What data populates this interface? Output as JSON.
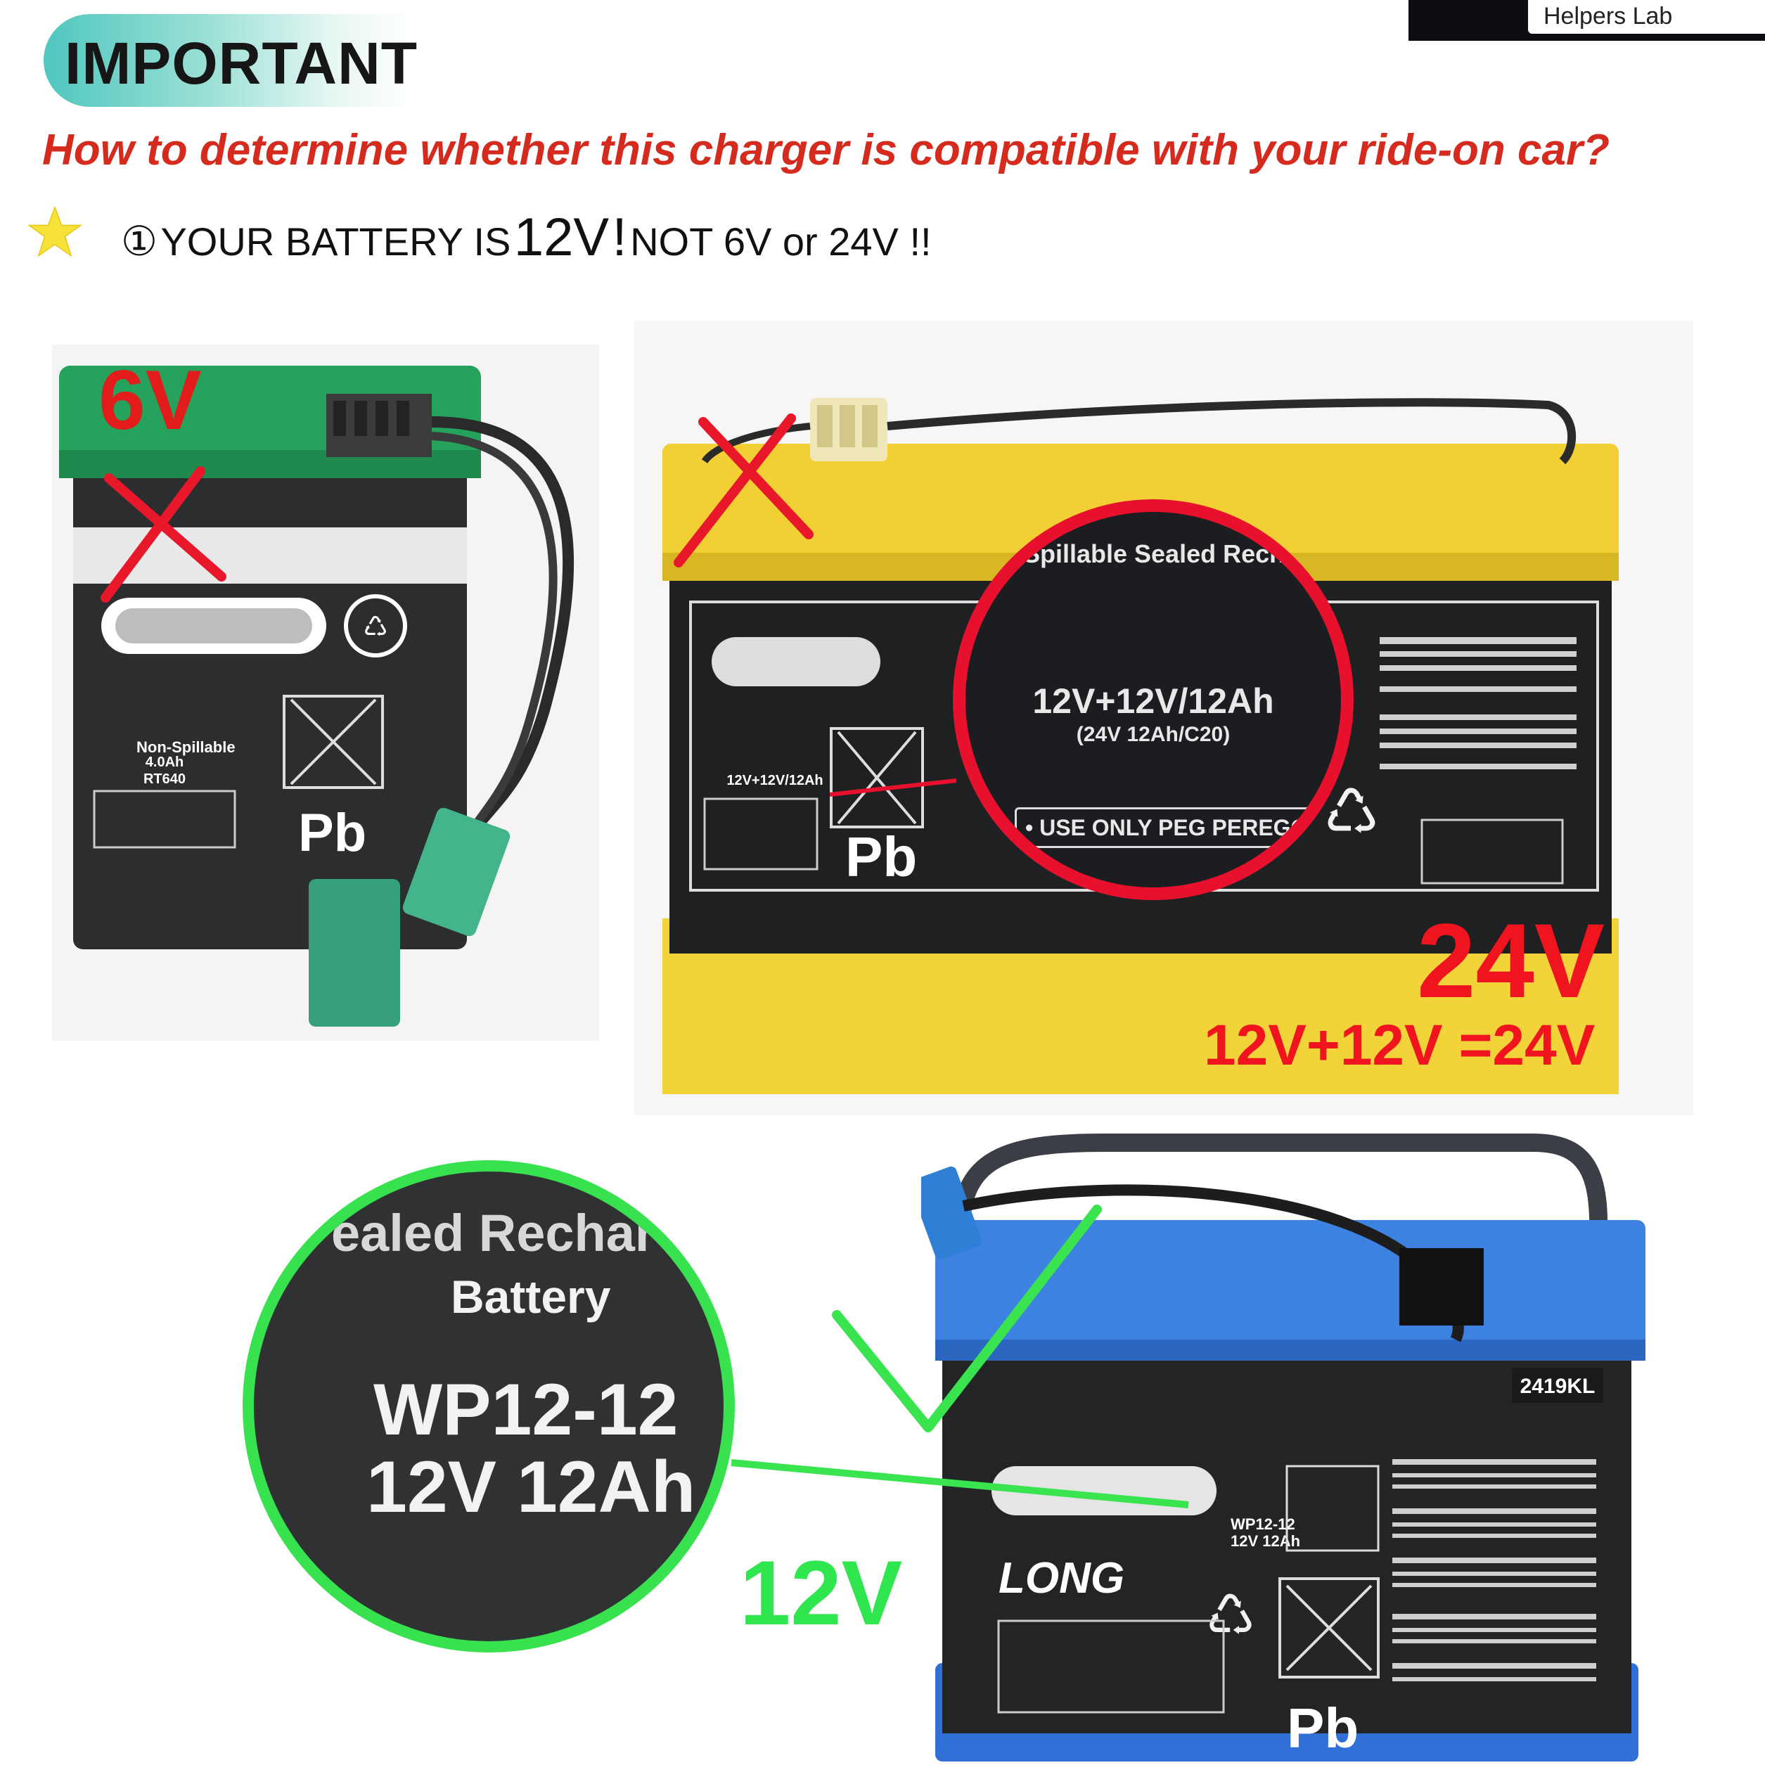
{
  "header": {
    "brand": "Helpers Lab",
    "badge": "IMPORTANT",
    "question": "How to determine whether this charger is compatible with your ride-on car?"
  },
  "requirement": {
    "number": "①",
    "prefix": "YOUR BATTERY IS",
    "voltage": "12V",
    "exclaim": "!",
    "suffix": "NOT 6V or 24V !!"
  },
  "labels": {
    "six_volt": "6V",
    "twenty_four_volt": "24V",
    "sum": "12V+12V =24V",
    "twelve_volt": "12V"
  },
  "zoom_24v": {
    "title": "Non-Spillable Sealed Rechargeable Battery",
    "rating": "12V+12V/12Ah",
    "sub": "(24V 12Ah/C20)",
    "warning": "• USE ONLY PEG PEREGO RECHARGEUR DO NOT CHARGE IN A AIR TIGHT CONT"
  },
  "zoom_12v": {
    "line1": "ealed Rechar",
    "line2": "Battery",
    "model": "WP12-12",
    "rating": "12V  12Ah"
  },
  "battery_12v": {
    "code": "2419KL",
    "model": "WP12-12",
    "rating": "12V  12Ah",
    "brand": "LONG",
    "pb": "Pb"
  },
  "battery_6v": {
    "model": "RT640",
    "capacity": "4.0Ah",
    "pb": "Pb"
  },
  "battery_24v": {
    "rating": "12V+12V/12Ah",
    "pb": "Pb"
  },
  "colors": {
    "red": "#e21b1b",
    "green": "#2fe64f",
    "badge_teal": "#4fc7bf",
    "question_red": "#d42b1e"
  }
}
